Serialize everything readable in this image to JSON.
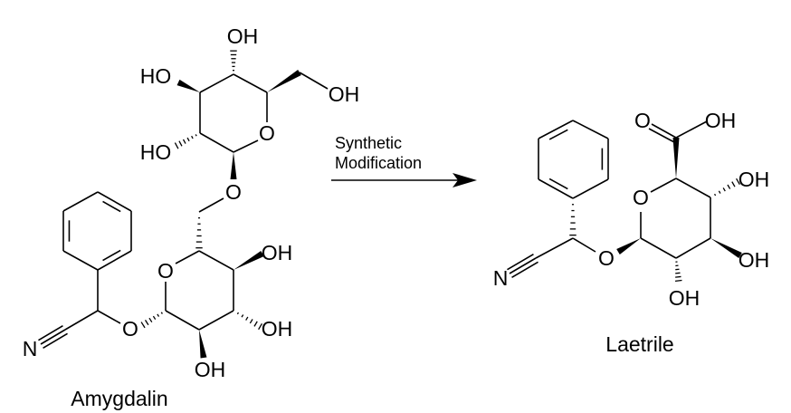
{
  "reaction": {
    "reagent_line1": "Synthetic",
    "reagent_line2": "Modification",
    "arrow": "right-arrow"
  },
  "amygdalin": {
    "name": "Amygdalin",
    "labels": {
      "oh_top": "OH",
      "ho_left_upper": "HO",
      "oh_ch2": "OH",
      "ring_o_upper": "O",
      "ho_left_lower": "HO",
      "o_glycosidic": "O",
      "oh_c4": "OH",
      "ring_o_lower": "O",
      "oh_c3": "OH",
      "oh_c2": "OH",
      "o_aglycone": "O",
      "n": "N"
    }
  },
  "laetrile": {
    "name": "Laetrile",
    "labels": {
      "o_carbonyl": "O",
      "oh_acid": "OH",
      "ring_o": "O",
      "oh_c4": "OH",
      "oh_c3": "OH",
      "oh_c2": "OH",
      "o_aglycone": "O",
      "n": "N"
    }
  }
}
